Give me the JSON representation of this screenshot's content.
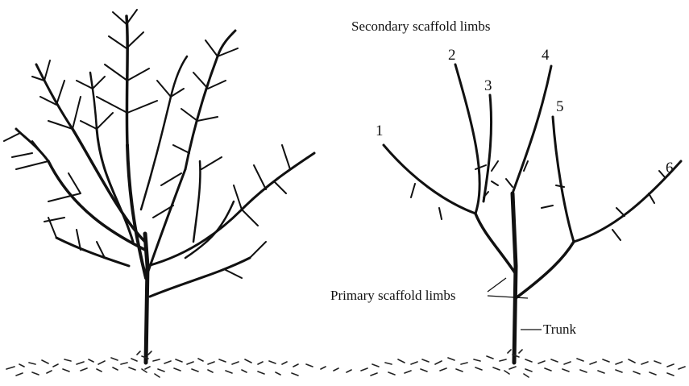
{
  "diagram": {
    "caption": "Secondary scaffold limbs",
    "limb_numbers": [
      "1",
      "2",
      "3",
      "4",
      "5",
      "6"
    ],
    "primary_label": "Primary scaffold limbs",
    "trunk_label": "Trunk",
    "ink_color": "#111111",
    "background": "#ffffff"
  }
}
